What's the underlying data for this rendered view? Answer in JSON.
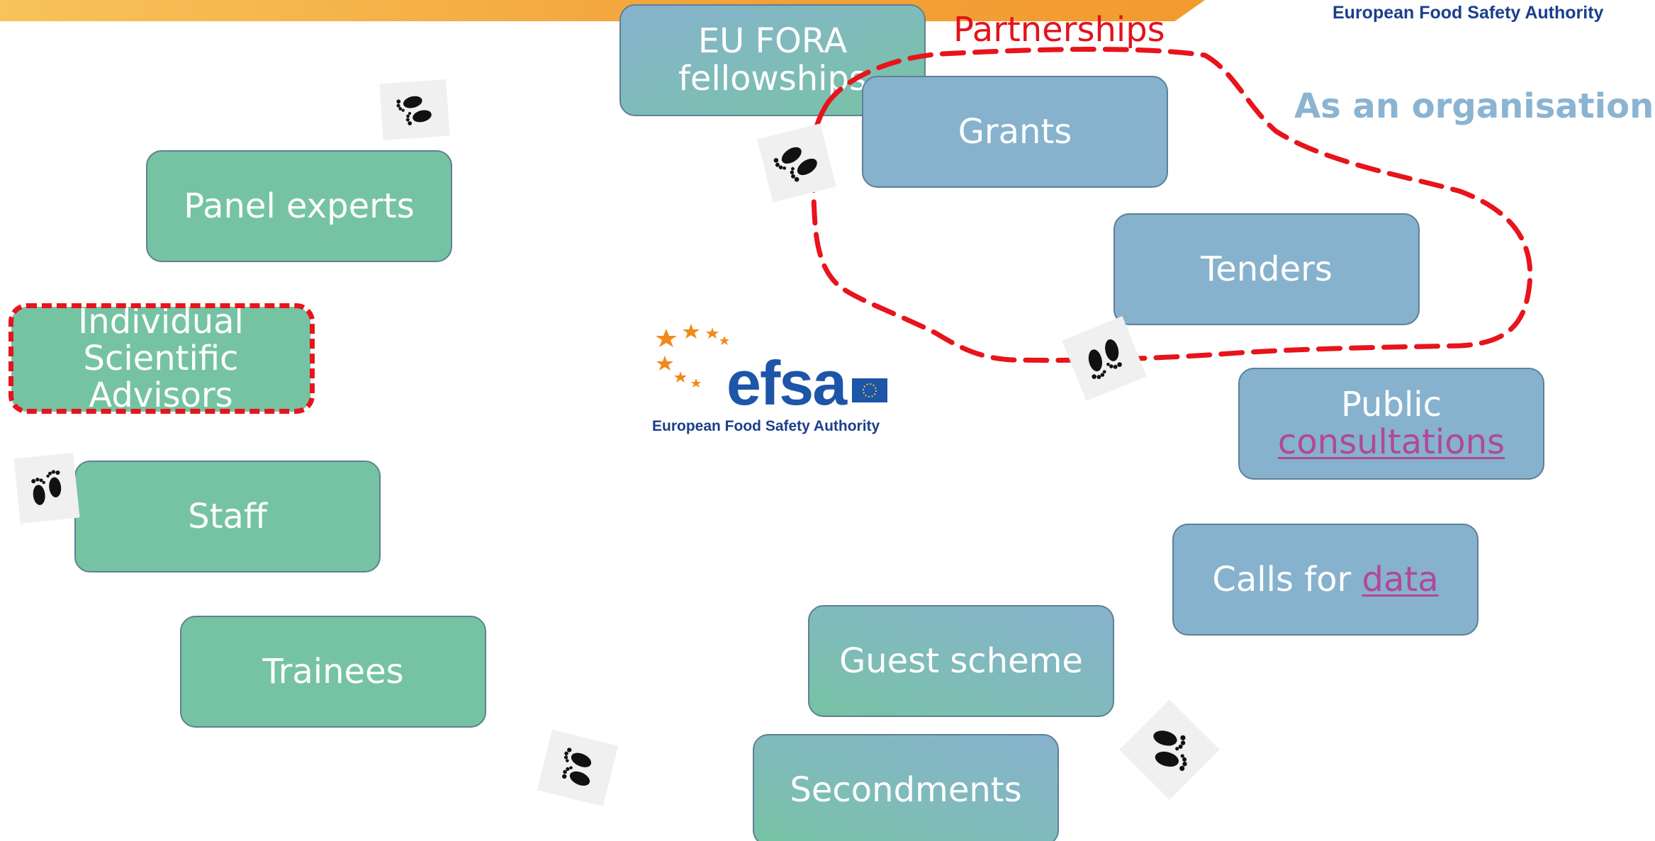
{
  "header": {
    "org_name": "European Food Safety Authority"
  },
  "labels": {
    "partnerships": "Partnerships",
    "as_an_organisation": "As an organisation"
  },
  "individual_boxes": {
    "panel_experts": "Panel experts",
    "isa_line1": "Individual",
    "isa_line2": "Scientific",
    "isa_line3": "Advisors",
    "staff": "Staff",
    "trainees": "Trainees"
  },
  "organisation_boxes": {
    "eu_fora_line1": "EU FORA",
    "eu_fora_line2": "fellowships",
    "grants": "Grants",
    "tenders": "Tenders",
    "public_line1": "Public",
    "public_line2": "consultations",
    "calls_prefix": "Calls for ",
    "calls_link": "data",
    "guest_scheme": "Guest scheme",
    "secondments": "Secondments"
  },
  "logo": {
    "wordmark": "efsa",
    "subtitle": "European Food Safety Authority"
  },
  "colors": {
    "green_box": "#76c3a3",
    "blue_box": "#86b2cd",
    "partnership_red": "#e3131b",
    "link_magenta": "#b2479a",
    "org_label_blue": "#8bb3d2",
    "efsa_blue": "#1d55a8",
    "star_orange": "#f08a1c"
  },
  "icons": {
    "footprints": "footprints-icon",
    "stars": "star-icon",
    "eu_flag": "eu-flag-icon"
  }
}
